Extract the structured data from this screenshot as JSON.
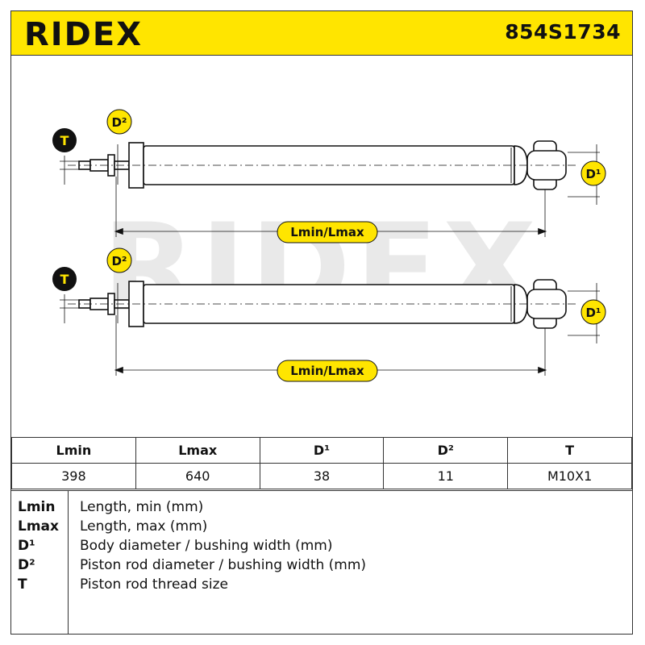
{
  "header": {
    "brand": "RIDEX",
    "part_number": "854S1734",
    "background_color": "#ffe500"
  },
  "drawing": {
    "label_T": "T",
    "label_D2": "D²",
    "label_D1": "D¹",
    "label_length": "Lmin/Lmax",
    "label_fill_color": "#ffe500",
    "watermark": "RIDEX"
  },
  "spec_table": {
    "headers": [
      "Lmin",
      "Lmax",
      "D¹",
      "D²",
      "T"
    ],
    "values": [
      "398",
      "640",
      "38",
      "11",
      "M10X1"
    ]
  },
  "legend": [
    {
      "key": "Lmin",
      "desc": "Length, min (mm)"
    },
    {
      "key": "Lmax",
      "desc": "Length, max (mm)"
    },
    {
      "key": "D¹",
      "desc": "Body diameter / bushing width (mm)"
    },
    {
      "key": "D²",
      "desc": "Piston rod diameter / bushing width (mm)"
    },
    {
      "key": "T",
      "desc": "Piston rod thread size"
    }
  ]
}
